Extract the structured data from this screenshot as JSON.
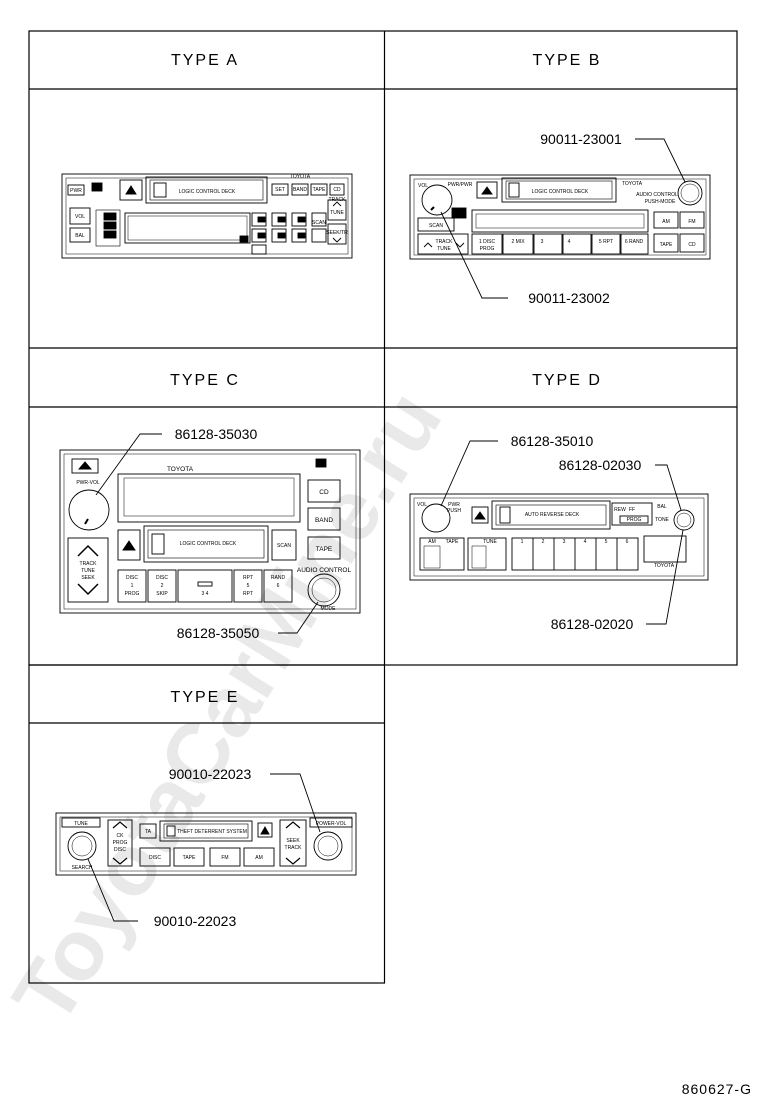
{
  "watermark": "ToyotaCarMine.ru",
  "figure_id": "860627-G",
  "panels": {
    "a": {
      "title": "TYPE A",
      "labels": {
        "brand": "TOYOTA",
        "deck": "LOGIC CONTROL DECK",
        "pwr": "PWR",
        "vol": "VOL",
        "bal": "BAL",
        "set": "SET",
        "band": "BAND",
        "tape": "TAPE",
        "cd": "CD",
        "track": "TRACK",
        "tune": "TUNE",
        "scan": "SCAN",
        "seek": "SEEK/TR"
      }
    },
    "b": {
      "title": "TYPE B",
      "callout_top": "90011-23001",
      "callout_bottom": "90011-23002",
      "labels": {
        "brand": "TOYOTA",
        "deck": "LOGIC CONTROL DECK",
        "vol": "VOL",
        "pwr": "PWR/PWR",
        "audio": "AUDIO CONTROL",
        "push": "PUSH-MODE",
        "scan": "SCAN",
        "track": "TRACK",
        "tune": "TUNE",
        "btn1": "1 DISC",
        "btn1b": "PROG",
        "btn2": "2 MIX",
        "btn3": "3",
        "btn4": "4",
        "btn5": "5 RPT",
        "btn6": "6 RAND",
        "am": "AM",
        "fm": "FM",
        "tape": "TAPE",
        "cd": "CD"
      }
    },
    "c": {
      "title": "TYPE C",
      "callout_top": "86128-35030",
      "callout_bottom": "86128-35050",
      "labels": {
        "brand": "TOYOTA",
        "pwr": "PWR-VOL",
        "deck": "LOGIC CONTROL DECK",
        "cd": "CD",
        "band": "BAND",
        "tape": "TAPE",
        "scan": "SCAN",
        "track": "TRACK",
        "tune": "TUNE",
        "seek": "SEEK",
        "disc1": "DISC",
        "disc1b": "1",
        "disc1c": "PROG",
        "disc2": "DISC",
        "disc2b": "2",
        "disc2c": "SKIP",
        "b34": "3  4",
        "rpt": "RPT",
        "rpt2": "5",
        "rpt3": "RPT",
        "rand": "RAND",
        "rand2": "6",
        "audio": "AUDIO CONTROL",
        "mode": "MODE"
      }
    },
    "d": {
      "title": "TYPE D",
      "callout_top_left": "86128-35010",
      "callout_top_right": "86128-02030",
      "callout_bottom": "86128-02020",
      "labels": {
        "vol": "VOL",
        "pwr": "PWR",
        "push": "PUSH",
        "deck": "AUTO REVERSE DECK",
        "rew": "REW",
        "ff": "FF",
        "prog": "PROG",
        "bal": "BAL",
        "tone": "TONE",
        "am": "AM",
        "tape": "TAPE",
        "tune": "TUNE",
        "n1": "1",
        "n2": "2",
        "n3": "3",
        "n4": "4",
        "n5": "5",
        "n6": "6",
        "brand": "TOYOTA"
      }
    },
    "e": {
      "title": "TYPE E",
      "callout_top": "90010-22023",
      "callout_bottom": "90010-22023",
      "labels": {
        "tune": "TUNE",
        "search": "SEARCH",
        "power": "POWER-VOL",
        "ta": "TA",
        "deck": "THEFT DETERRENT SYSTEM",
        "ck": "CK",
        "prog": "PROG",
        "disc": "DISC",
        "disc_btn": "DISC",
        "tape_btn": "TAPE",
        "fm_btn": "FM",
        "am_btn": "AM",
        "seek": "SEEK",
        "track": "TRACK"
      }
    }
  }
}
